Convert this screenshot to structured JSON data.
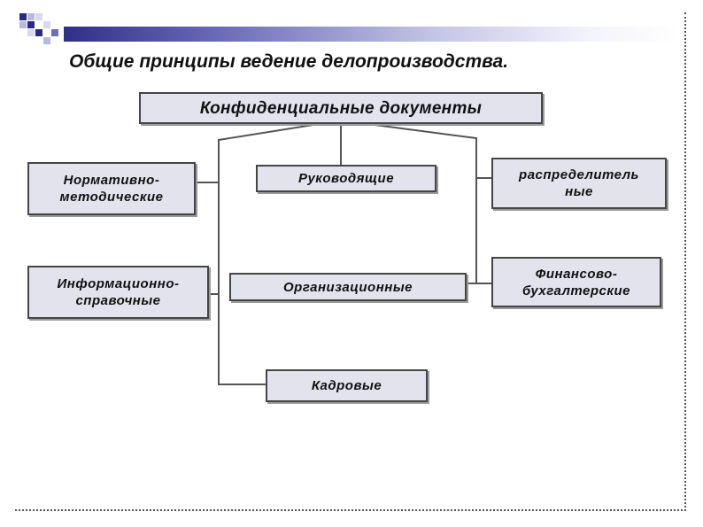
{
  "title": "Общие принципы ведение делопроизводства.",
  "nodes": {
    "root": "Конфиденциальные документы",
    "normative": "Нормативно-методические",
    "rukovod": "Руководящие",
    "raspred": "распределительные",
    "inform": "Информационно-справочные",
    "organiz": "Организационные",
    "finans": "Финансово-бухгалтерские",
    "kadrov": "Кадровые"
  },
  "display": {
    "normative": [
      "Нормативно-",
      "методические"
    ],
    "raspred": [
      "распределитель",
      "ные"
    ],
    "inform": [
      "Информационно-",
      "справочные"
    ],
    "finans": [
      "Финансово-",
      "бухгалтерские"
    ]
  },
  "colors": {
    "box_fill": "#e3e3ee",
    "box_border": "#454545",
    "header_band_dark": "#2f2f8a"
  }
}
